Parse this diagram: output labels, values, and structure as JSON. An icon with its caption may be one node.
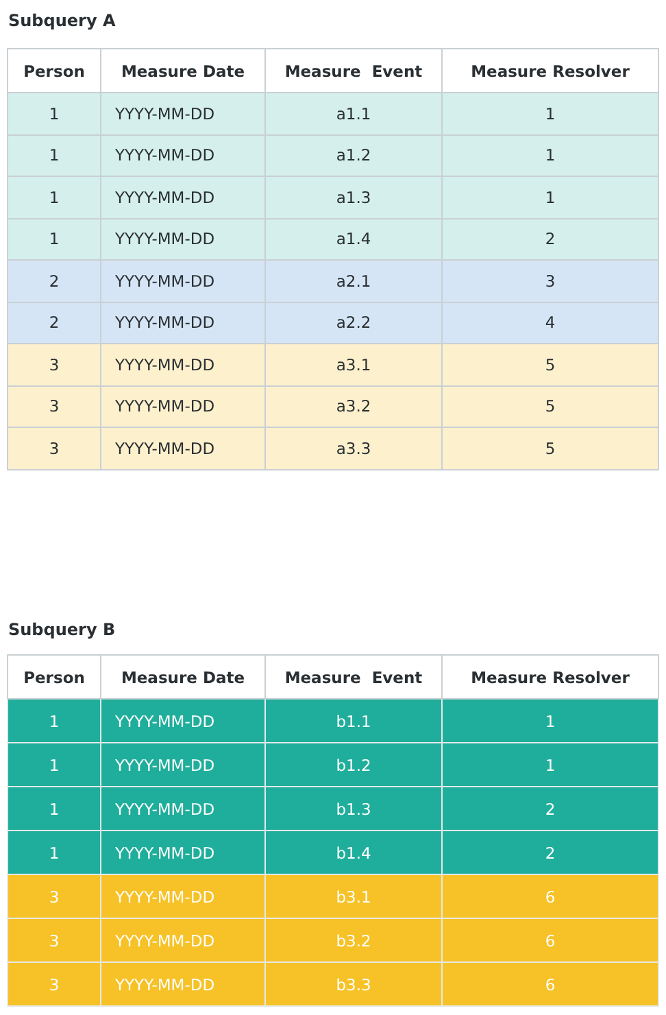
{
  "diagram": {
    "labels": [
      "Subquery A",
      "Person",
      "Measure Date",
      "Measure  Event",
      "Measure Resolver",
      "1",
      "YYYY-MM-DD",
      "a1.1",
      "1",
      "1",
      "YYYY-MM-DD",
      "a1.2",
      "1",
      "1",
      "YYYY-MM-DD",
      "a1.3",
      "1",
      "1",
      "YYYY-MM-DD",
      "a1.4",
      "2",
      "2",
      "YYYY-MM-DD",
      "a2.1",
      "3",
      "2",
      "YYYY-MM-DD",
      "a2.2",
      "4",
      "3",
      "YYYY-MM-DD",
      "a3.1",
      "5",
      "3",
      "YYYY-MM-DD",
      "a3.2",
      "5",
      "3",
      "YYYY-MM-DD",
      "a3.3",
      "5",
      "Subquery B",
      "Person",
      "Measure Date",
      "Measure  Event",
      "Measure Resolver",
      "1",
      "YYYY-MM-DD",
      "b1.1",
      "1",
      "1",
      "YYYY-MM-DD",
      "b1.2",
      "1",
      "1",
      "YYYY-MM-DD",
      "b1.3",
      "2",
      "1",
      "YYYY-MM-DD",
      "b1.4",
      "2",
      "3",
      "YYYY-MM-DD",
      "b3.1",
      "6",
      "3",
      "YYYY-MM-DD",
      "b3.2",
      "6",
      "3",
      "YYYY-MM-DD",
      "b3.3",
      "6"
    ]
  }
}
